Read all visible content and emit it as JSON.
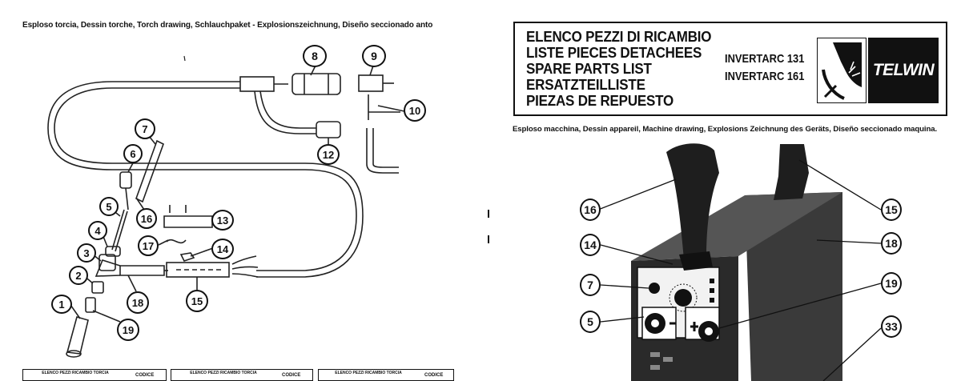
{
  "left_page": {
    "caption": "Esploso torcia, Dessin torche, Torch drawing, Schlauchpaket - Explosionszeichnung, Diseño seccionado antorcha",
    "callouts": [
      "1",
      "2",
      "3",
      "4",
      "5",
      "6",
      "7",
      "8",
      "9",
      "10",
      "12",
      "13",
      "14",
      "15",
      "16",
      "17",
      "18",
      "19"
    ],
    "tables": [
      {
        "header": "ELENCO PEZZI RICAMBIO TORCIA",
        "code_label": "CODICE"
      },
      {
        "header": "ELENCO PEZZI RICAMBIO TORCIA",
        "code_label": "CODICE"
      },
      {
        "header": "ELENCO PEZZI RICAMBIO TORCIA",
        "code_label": "CODICE"
      }
    ]
  },
  "right_page": {
    "title_lines": [
      "ELENCO PEZZI DI RICAMBIO",
      "LISTE PIECES DETACHEES",
      "SPARE PARTS LIST",
      "ERSATZTEILLISTE",
      "PIEZAS DE REPUESTO"
    ],
    "models": [
      "INVERTARC 131",
      "INVERTARC 161"
    ],
    "brand": "TELWIN",
    "caption": "Esploso macchina, Dessin appareil, Machine drawing, Explosions Zeichnung des Geräts, Diseño seccionado maquina.",
    "callouts": [
      "16",
      "15",
      "14",
      "18",
      "7",
      "19",
      "5",
      "33"
    ]
  }
}
